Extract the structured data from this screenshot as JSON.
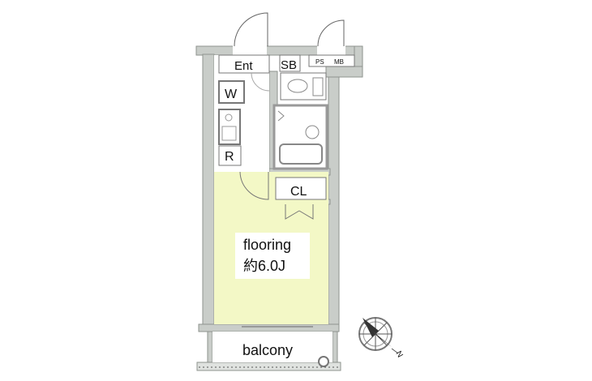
{
  "diagram": {
    "type": "floor-plan",
    "rooms": {
      "entrance": "Ent",
      "shoe_box": "SB",
      "pipe_space": "PS",
      "meter_box": "MB",
      "washer": "W",
      "refrigerator": "R",
      "closet": "CL",
      "main_room_type": "flooring",
      "main_room_size": "約6.0J",
      "balcony": "balcony"
    },
    "compass_label": "N",
    "colors": {
      "wall": "#c9cdc9",
      "wall_outline": "#8e938e",
      "floor": "#f3f8c6",
      "fixture": "#999999"
    }
  }
}
